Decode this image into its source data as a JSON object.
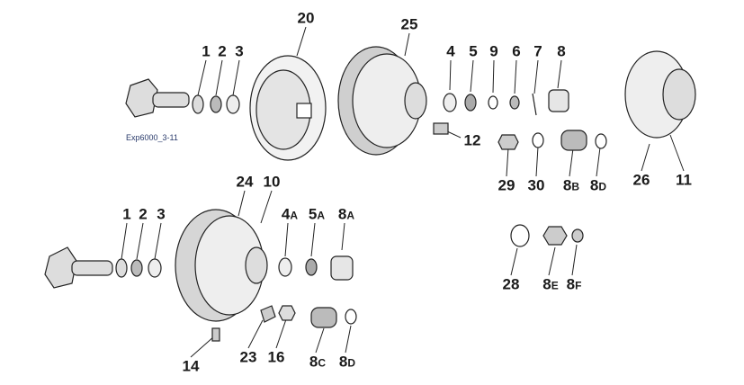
{
  "caption": "Exp6000_3-11",
  "labels": {
    "l20": {
      "main": "20",
      "sub": ""
    },
    "l25": {
      "main": "25",
      "sub": ""
    },
    "l1a": {
      "main": "1",
      "sub": ""
    },
    "l2a": {
      "main": "2",
      "sub": ""
    },
    "l3a": {
      "main": "3",
      "sub": ""
    },
    "l4": {
      "main": "4",
      "sub": ""
    },
    "l5": {
      "main": "5",
      "sub": ""
    },
    "l9": {
      "main": "9",
      "sub": ""
    },
    "l6": {
      "main": "6",
      "sub": ""
    },
    "l7": {
      "main": "7",
      "sub": ""
    },
    "l8": {
      "main": "8",
      "sub": ""
    },
    "l12": {
      "main": "12",
      "sub": ""
    },
    "l29": {
      "main": "29",
      "sub": ""
    },
    "l30": {
      "main": "30",
      "sub": ""
    },
    "l8b": {
      "main": "8",
      "sub": "B"
    },
    "l8d1": {
      "main": "8",
      "sub": "D"
    },
    "l26": {
      "main": "26",
      "sub": ""
    },
    "l11": {
      "main": "11",
      "sub": ""
    },
    "l24": {
      "main": "24",
      "sub": ""
    },
    "l10": {
      "main": "10",
      "sub": ""
    },
    "l4a": {
      "main": "4",
      "sub": "A"
    },
    "l5a": {
      "main": "5",
      "sub": "A"
    },
    "l8a": {
      "main": "8",
      "sub": "A"
    },
    "l1b": {
      "main": "1",
      "sub": ""
    },
    "l2b": {
      "main": "2",
      "sub": ""
    },
    "l3b": {
      "main": "3",
      "sub": ""
    },
    "l28": {
      "main": "28",
      "sub": ""
    },
    "l8e": {
      "main": "8",
      "sub": "E"
    },
    "l8f": {
      "main": "8",
      "sub": "F"
    },
    "l14": {
      "main": "14",
      "sub": ""
    },
    "l23": {
      "main": "23",
      "sub": ""
    },
    "l16": {
      "main": "16",
      "sub": ""
    },
    "l8c": {
      "main": "8",
      "sub": "C"
    },
    "l8d2": {
      "main": "8",
      "sub": "D"
    }
  }
}
